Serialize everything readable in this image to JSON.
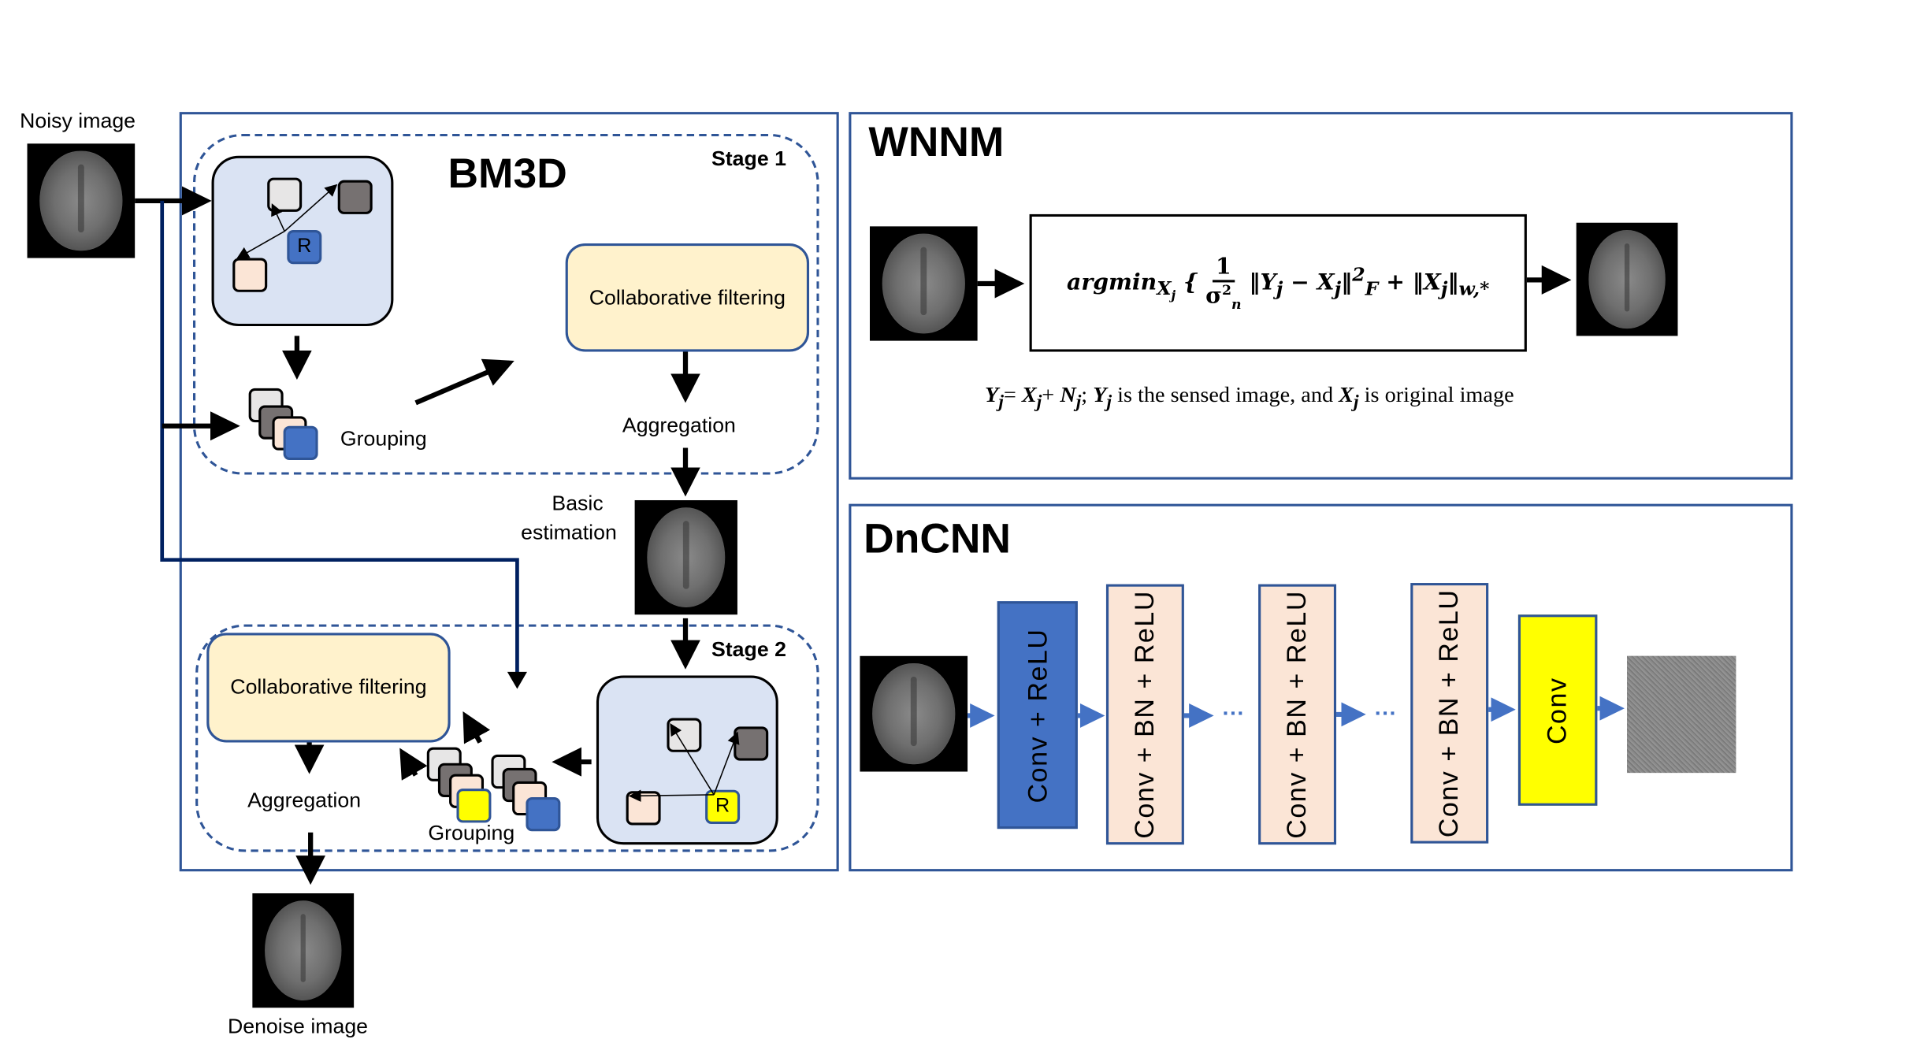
{
  "inputs": {
    "noisy_image_label": "Noisy image",
    "denoise_image_label": "Denoise image"
  },
  "bm3d": {
    "title": "BM3D",
    "stage1": {
      "label": "Stage 1",
      "reference_patch": "R",
      "grouping_label": "Grouping",
      "collab_filter_label": "Collaborative filtering",
      "aggregation_label": "Aggregation"
    },
    "basic_estimation_label": "Basic\nestimation",
    "basic_estimation_line1": "Basic",
    "basic_estimation_line2": "estimation",
    "stage2": {
      "label": "Stage 2",
      "reference_patch": "R",
      "grouping_label": "Grouping",
      "collab_filter_label": "Collaborative filtering",
      "aggregation_label": "Aggregation"
    }
  },
  "wnnm": {
    "title": "WNNM",
    "formula": "argmin_{X_j} { (1/σ_n²) ‖Y_j − X_j‖_F² + ‖X_j‖_{w,*}",
    "formula_parts": {
      "argmin": "argmin",
      "argmin_sub": "X",
      "argmin_subsub": "j",
      "brace": "{",
      "numerator": "1",
      "sigma": "σ",
      "sigma_sup": "2",
      "sigma_sub": "n",
      "norm1": "‖Y",
      "norm1_sub": "j",
      "minus": " − X",
      "norm1_sub2": "j",
      "norm1_close": "‖",
      "norm1_sup": "2",
      "norm1_subF": "F",
      "plus": " + ‖X",
      "norm2_sub": "j",
      "norm2_close": "‖",
      "norm2_subscript": "w,*"
    },
    "caption": "Yj= Xj+ Nj; Yj is the sensed image, and Xj is original image",
    "caption_parts": {
      "y1": "Y",
      "j1": "j",
      "eq": "= ",
      "x1": "X",
      "j2": "j",
      "plus": "+ ",
      "n1": "N",
      "j3": "j",
      "semi": "; ",
      "y2": "Y",
      "j4": "j",
      "t1": " is the sensed image, and ",
      "x2": "X",
      "j5": "j",
      "t2": " is original image"
    }
  },
  "dncnn": {
    "title": "DnCNN",
    "layers": [
      {
        "label": "Conv + ReLU",
        "color": "#4472c4"
      },
      {
        "label": "Conv + BN + ReLU",
        "color": "#fbe5d6"
      },
      {
        "label": "Conv + BN + ReLU",
        "color": "#fbe5d6"
      },
      {
        "label": "Conv + BN + ReLU",
        "color": "#fbe5d6"
      },
      {
        "label": "Conv",
        "color": "#ffff00"
      }
    ],
    "ellipsis": "···"
  },
  "colors": {
    "panel_border": "#2f5597",
    "block_match_bg": "#dae3f3",
    "collab_filter_bg": "#fff2cc",
    "ref_blue": "#4472c4",
    "ref_yellow": "#ffff00",
    "patch_light": "#e7e6e6",
    "patch_dark": "#767171",
    "patch_peach": "#fbe5d6",
    "flow_line": "#002060",
    "dncnn_arrow": "#4472c4"
  }
}
